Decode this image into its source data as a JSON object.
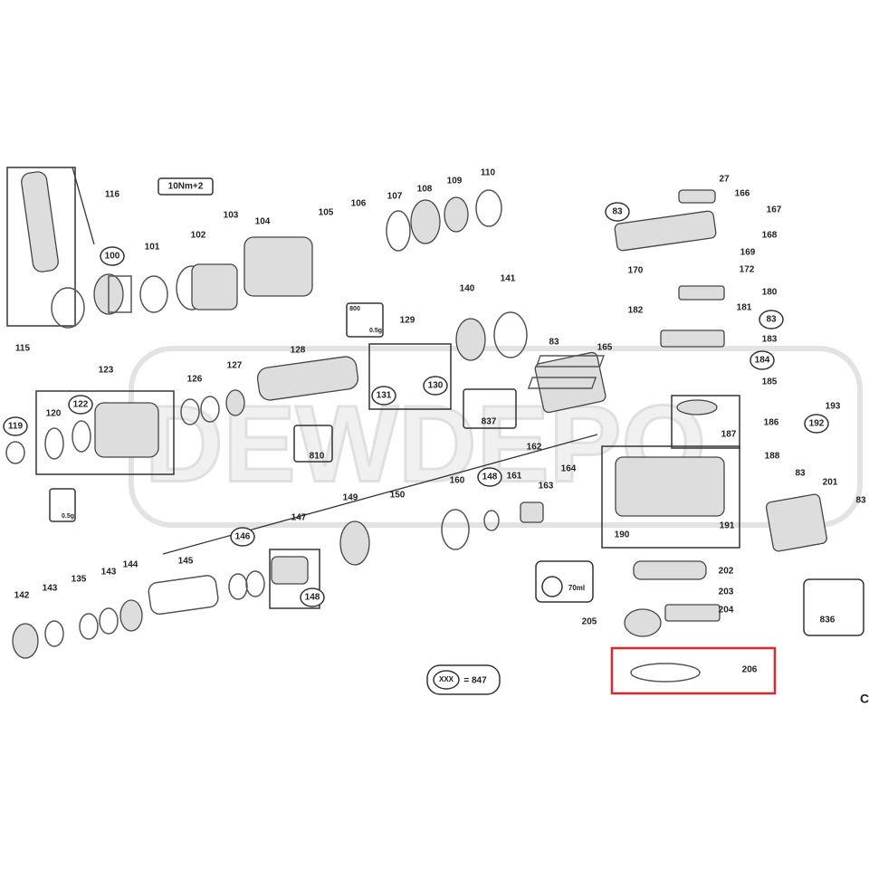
{
  "diagram": {
    "brand_watermark": "DEWDEPO",
    "torque_note": "10Nm+2",
    "grease_800_note": "800",
    "grease_amount_1": "0.5g",
    "grease_amount_2": "0.5g",
    "oil_810_note": "810",
    "oil_amount": "70ml",
    "legend_symbol": "XXX",
    "legend_text": "= 847",
    "edge_char": "C",
    "highlight_color": "#e0262b",
    "highlighted_part": "206",
    "labels": {
      "p116": "116",
      "p103": "103",
      "p104": "104",
      "p105": "105",
      "p106": "106",
      "p107": "107",
      "p108": "108",
      "p109": "109",
      "p110": "110",
      "p100": "100",
      "p101": "101",
      "p102": "102",
      "p115": "115",
      "p129": "129",
      "p140": "140",
      "p141": "141",
      "p123": "123",
      "p126": "126",
      "p127": "127",
      "p128": "128",
      "p131": "131",
      "p130": "130",
      "p837": "837",
      "p83a": "83",
      "p165": "165",
      "p119": "119",
      "p120": "120",
      "p122": "122",
      "p810a": "810",
      "p27": "27",
      "p166": "166",
      "p83b": "83",
      "p167": "167",
      "p168": "168",
      "p169": "169",
      "p170": "170",
      "p172": "172",
      "p180": "180",
      "p182": "182",
      "p181": "181",
      "p83c": "83",
      "p183": "183",
      "p184": "184",
      "p185": "185",
      "p186": "186",
      "p187": "187",
      "p192": "192",
      "p193": "193",
      "p188": "188",
      "p162": "162",
      "p164": "164",
      "p163": "163",
      "p161": "161",
      "p148a": "148",
      "p160": "160",
      "p150": "150",
      "p149": "149",
      "p147": "147",
      "p148b": "148",
      "p146": "146",
      "p145": "145",
      "p144": "144",
      "p143a": "143",
      "p135": "135",
      "p143b": "143",
      "p142": "142",
      "p83d": "83",
      "p201": "201",
      "p83e": "83",
      "p190": "190",
      "p191": "191",
      "p202": "202",
      "p203": "203",
      "p204": "204",
      "p205": "205",
      "p836": "836",
      "p206": "206"
    }
  }
}
